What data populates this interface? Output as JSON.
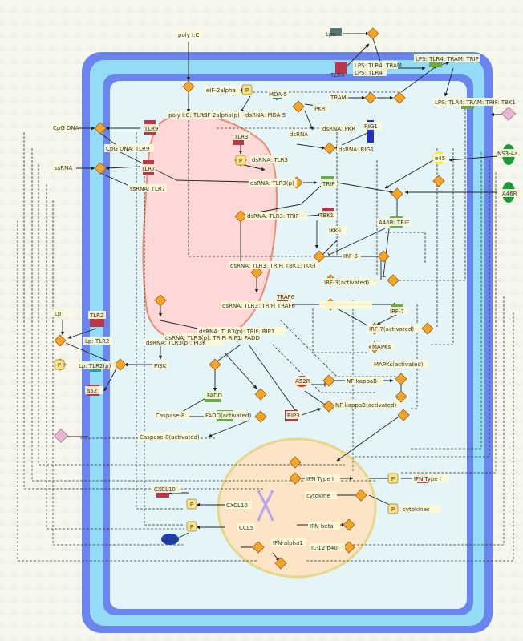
{
  "nodes": [
    {
      "id": "polyIC",
      "label": "poly I:C"
    },
    {
      "id": "lps",
      "label": "Lps"
    },
    {
      "id": "lps_tlr4_tram_trif",
      "label": "LPS: TLR4: TRAM: TRIF"
    },
    {
      "id": "tlr4",
      "label": "TLR4"
    },
    {
      "id": "lps_tlr4_tram",
      "label": "LPS: TLR4: TRAM"
    },
    {
      "id": "lps_tlr4",
      "label": "LPS: TLR4"
    },
    {
      "id": "tram",
      "label": "TRAM"
    },
    {
      "id": "lps_tlr4_tram_trif_tbk1",
      "label": "LPS: TLR4: TRAM: TRIF: TBK1"
    },
    {
      "id": "eif2a",
      "label": "eIF-2alpha"
    },
    {
      "id": "eif2a_p",
      "label": "eIF-2alpha(p)"
    },
    {
      "id": "polyic_tlr3",
      "label": "poly I:C: TLR3"
    },
    {
      "id": "dsrna_mda5",
      "label": "dsRNA: MDA-5"
    },
    {
      "id": "mda5",
      "label": "MDA-5"
    },
    {
      "id": "pkr",
      "label": "PKR"
    },
    {
      "id": "dsrna",
      "label": "dsRNA"
    },
    {
      "id": "dsrna_pkr",
      "label": "dsRNA: PKR"
    },
    {
      "id": "rig1",
      "label": "RIG1"
    },
    {
      "id": "dsrna_rig1",
      "label": "dsRNA: RIG1"
    },
    {
      "id": "cpg_dna",
      "label": "CpG DNA"
    },
    {
      "id": "tlr9",
      "label": "TLR9"
    },
    {
      "id": "cpg_dna_tlr9",
      "label": "CpG DNA: TLR9"
    },
    {
      "id": "tlr3",
      "label": "TLR3"
    },
    {
      "id": "dsrna_tlr3",
      "label": "dsRNA: TLR3"
    },
    {
      "id": "ssrna",
      "label": "ssRNA"
    },
    {
      "id": "tlr7",
      "label": "TLR7"
    },
    {
      "id": "ssrna_tlr7",
      "label": "ssRNA: TLR7"
    },
    {
      "id": "dsrna_tlr3p",
      "label": "dsRNA: TLR3(p)"
    },
    {
      "id": "trif",
      "label": "TRIF"
    },
    {
      "id": "e45",
      "label": "e45"
    },
    {
      "id": "ns3_4a",
      "label": "NS3-4a"
    },
    {
      "id": "a46r",
      "label": "A46R"
    },
    {
      "id": "dsrna_tlr3_trif",
      "label": "dsRNA: TLR3: TRIF"
    },
    {
      "id": "tbk1",
      "label": "TBK1"
    },
    {
      "id": "a46r_trif",
      "label": "A46R: TRIF"
    },
    {
      "id": "ikki",
      "label": "IKK-i"
    },
    {
      "id": "dsrna_tlr3_trif_tbk1_ikki",
      "label": "dsRNA: TLR3: TRIF: TBK1: IKK-i"
    },
    {
      "id": "irf3",
      "label": "IRF-3"
    },
    {
      "id": "irf3_act",
      "label": "IRF-3(activated)"
    },
    {
      "id": "traf6",
      "label": "TRAF6"
    },
    {
      "id": "dsrna_tlr3_trif_traf6",
      "label": "dsRNA: TLR3: TRIF: TRAF6"
    },
    {
      "id": "irf7",
      "label": "IRF-7"
    },
    {
      "id": "irf7_act",
      "label": "IRF-7(activated)"
    },
    {
      "id": "dsrna_tlr3p_trif_rip1",
      "label": "dsRNA: TLR3(p): TRIF: RIP1"
    },
    {
      "id": "dsrna_tlr3p_trif_rip1_fadd",
      "label": "dsRNA: TLR3(p): TRIF: RIP1: FADD"
    },
    {
      "id": "dsrna_tlr3p_pi3k",
      "label": "dsRNA: TLR3(p): PI3K"
    },
    {
      "id": "lp",
      "label": "Lp"
    },
    {
      "id": "tlr2",
      "label": "TLR2"
    },
    {
      "id": "lp_tlr2",
      "label": "Lp: TLR2"
    },
    {
      "id": "lp_tlr2p",
      "label": "Lp: TLR2(p)"
    },
    {
      "id": "pi3k",
      "label": "PI3K"
    },
    {
      "id": "a52",
      "label": "a52"
    },
    {
      "id": "mapks",
      "label": "MAPKs"
    },
    {
      "id": "mapks_act",
      "label": "MAPKs(activated)"
    },
    {
      "id": "fadd",
      "label": "FADD"
    },
    {
      "id": "a52r",
      "label": "A52R"
    },
    {
      "id": "nfkb",
      "label": "NF-kappaB"
    },
    {
      "id": "caspase8",
      "label": "Caspase-8"
    },
    {
      "id": "fadd_act",
      "label": "FADD(activated)"
    },
    {
      "id": "rip3",
      "label": "RIP3"
    },
    {
      "id": "nfkb_act",
      "label": "NF-kappaB(activated)"
    },
    {
      "id": "caspase8_act",
      "label": "Caspase-8(activated)"
    },
    {
      "id": "ifn_type1_in",
      "label": "IFN Type I"
    },
    {
      "id": "ifn_type1",
      "label": "IFN Type I"
    },
    {
      "id": "cytokine",
      "label": "cytokine"
    },
    {
      "id": "cytokines",
      "label": "cytokines"
    },
    {
      "id": "cxcl10_out",
      "label": "CXCL10"
    },
    {
      "id": "cxcl10",
      "label": "CXCL10"
    },
    {
      "id": "ccl5",
      "label": "CCL5"
    },
    {
      "id": "ccl5_out",
      "label": "CCL5"
    },
    {
      "id": "ifn_beta",
      "label": "IFN-beta"
    },
    {
      "id": "ifn_alpha1",
      "label": "IFN-alpha1"
    },
    {
      "id": "il12p40",
      "label": "IL-12 p40"
    }
  ]
}
